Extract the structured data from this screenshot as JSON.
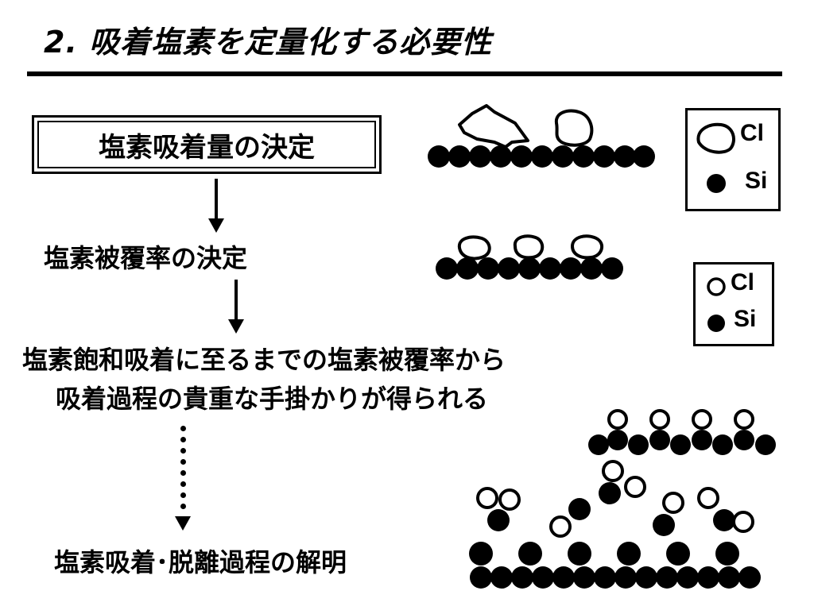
{
  "title": "2. 吸着塩素を定量化する必要性",
  "flow": {
    "box_label": "塩素吸着量の決定",
    "step2": "塩素被覆率の決定",
    "step3_line1": "塩素飽和吸着に至るまでの塩素被覆率から",
    "step3_line2": "吸着過程の貴重な手掛かりが得られる",
    "step4": "塩素吸着･脱離過程の解明"
  },
  "legend1": {
    "cl_label": "Cl",
    "si_label": "Si"
  },
  "legend2": {
    "cl_label": "Cl",
    "si_label": "Si"
  },
  "icons": {
    "cl_atom": "open-circle",
    "si_atom": "filled-circle"
  }
}
